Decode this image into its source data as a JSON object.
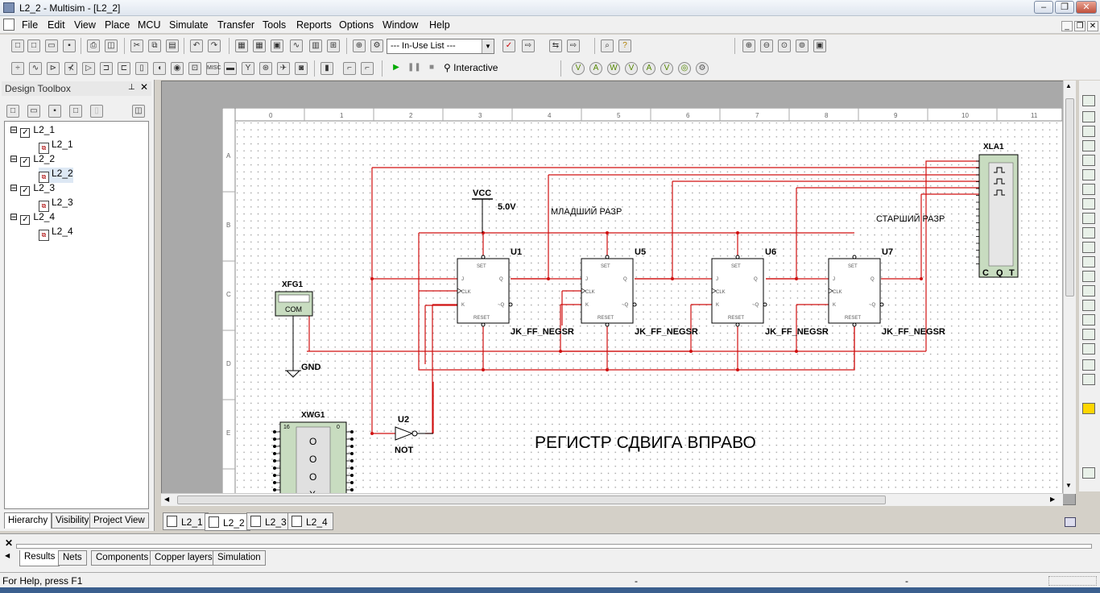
{
  "window": {
    "title": "L2_2 - Multisim - [L2_2]"
  },
  "menu": [
    "File",
    "Edit",
    "View",
    "Place",
    "MCU",
    "Simulate",
    "Transfer",
    "Tools",
    "Reports",
    "Options",
    "Window",
    "Help"
  ],
  "toolbar": {
    "in_use_list": "--- In-Use List ---",
    "interactive": "Interactive"
  },
  "toolbox": {
    "title": "Design Toolbox",
    "tree": [
      {
        "label": "L2_1",
        "child": "L2_1"
      },
      {
        "label": "L2_2",
        "child": "L2_2"
      },
      {
        "label": "L2_3",
        "child": "L2_3"
      },
      {
        "label": "L2_4",
        "child": "L2_4"
      }
    ],
    "tabs": [
      "Hierarchy",
      "Visibility",
      "Project View"
    ]
  },
  "schematic": {
    "ruler_cols": [
      "0",
      "1",
      "2",
      "3",
      "4",
      "5",
      "6",
      "7",
      "8",
      "9",
      "10",
      "11"
    ],
    "ruler_rows": [
      "A",
      "B",
      "C",
      "D",
      "E"
    ],
    "vcc": "VCC",
    "vcc_value": "5.0V",
    "gnd": "GND",
    "xfg": "XFG1",
    "xfg_com": "COM",
    "xwg": "XWG1",
    "xwg_pins": [
      "16",
      "0"
    ],
    "xwg_circles": [
      "O",
      "O",
      "O",
      "X"
    ],
    "not_ref": "U2",
    "not_type": "NOT",
    "xla": "XLA1",
    "xla_pins": [
      "C",
      "Q",
      "T"
    ],
    "label_low": "МЛАДШИЙ РАЗР",
    "label_high": "СТАРШИЙ РАЗР",
    "title": "РЕГИСТР СДВИГА ВПРАВО",
    "flipflops": [
      {
        "ref": "U1",
        "type": "JK_FF_NEGSR"
      },
      {
        "ref": "U5",
        "type": "JK_FF_NEGSR"
      },
      {
        "ref": "U6",
        "type": "JK_FF_NEGSR"
      },
      {
        "ref": "U7",
        "type": "JK_FF_NEGSR"
      }
    ],
    "ff_pins": {
      "set": "SET",
      "reset": "RESET",
      "j": "J",
      "clk": "CLK",
      "k": "K",
      "q": "Q",
      "qn": "~Q"
    }
  },
  "sheet_tabs": [
    "L2_1",
    "L2_2",
    "L2_3",
    "L2_4"
  ],
  "results_tabs": [
    "Results",
    "Nets",
    "Components",
    "Copper layers",
    "Simulation"
  ],
  "status": {
    "help": "For Help, press F1",
    "sep1": "-",
    "sep2": "-"
  },
  "colors": {
    "wire": "#d01010",
    "grid_dot": "#9a9a9a",
    "instrument": "#c8dcc0"
  }
}
